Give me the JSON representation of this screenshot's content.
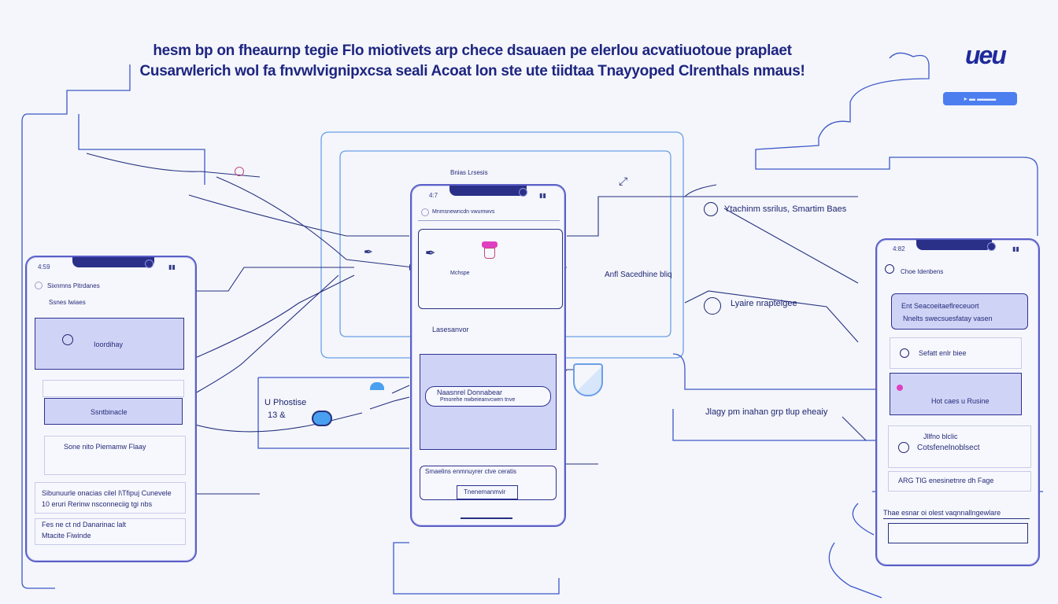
{
  "headline": {
    "line1": "hesm bp on fheaurnp tegie Flo miotivets arp chece dsauaen pe elerlou acvatiuotoue praplaet",
    "line2": "Cusarwlerich wol fa fnvwlvignipxcsa seali Acoat lon ste ute tiidtaa Tnayyoped Clrenthals nmaus!"
  },
  "logo": "ueu",
  "header_button": "▸ ▬ ▬▬▬",
  "center_panel": {
    "title": "Bnias Lrsesis"
  },
  "phone_left": {
    "time": "4:59",
    "header": "Sixnmns Pitrdanes",
    "sub": "Ssnes lwiaes",
    "card1": "Ioordihay",
    "card2": "Ssntbinacle",
    "card3": "Sone nito Piemamw Flaay",
    "card4_line1": "Sibunuurle onacias cilel I\\Tfipuj Cunevele",
    "card4_line2": "10 eruri Rerinw nsconneciig tgi nbs",
    "card5_line1": "Fes ne ct nd Danarinac lalt",
    "card5_line2": "Mtacite Fiwinde"
  },
  "phone_center": {
    "time": "4:7",
    "search": "Mnmsnewncdn vwumwvs",
    "banner_sub": "Mchspe",
    "section": "Lasesanvor",
    "button": "Naasnrel Donnabear",
    "button_sub": "Pmorehe nwbeieanvcwen tnve",
    "list": "Smaelins enmnuyrer ctve ceratis",
    "footer": "Tnenemanmvir"
  },
  "phone_right": {
    "time": "4:82",
    "sub": "Choe Idenbens",
    "card1_line1": "Ent Seacoeitaeflreceuort",
    "card1_line2": "Nnelts swecsuesfatay vasen",
    "card2": "Sefatt enlr biee",
    "card3": "Hot caes u Rusine",
    "card4_line1": "Jllfno blclic",
    "card4_line2": "Cotsfenelnoblsect",
    "card5": "ARG TlG enesinetnre dh Fage",
    "card6": "Thae esnar oi olest vaqnnallngewlare"
  },
  "labels": {
    "right_top": "Ytachinm ssrilus, Smartim Baes",
    "right_mid": "Lyaire nrapteigee",
    "right_bottom": "Jlagy pm inahan grp tlup eheaiy",
    "center_right": "Anfl Sacedhine bliq",
    "left_mid_line1": "U Phostise",
    "left_mid_line2": "13 &"
  },
  "colors": {
    "line": "#26307f",
    "accent": "#4c7ef0",
    "fill": "#cfd4f7",
    "magenta": "#e040c0"
  }
}
